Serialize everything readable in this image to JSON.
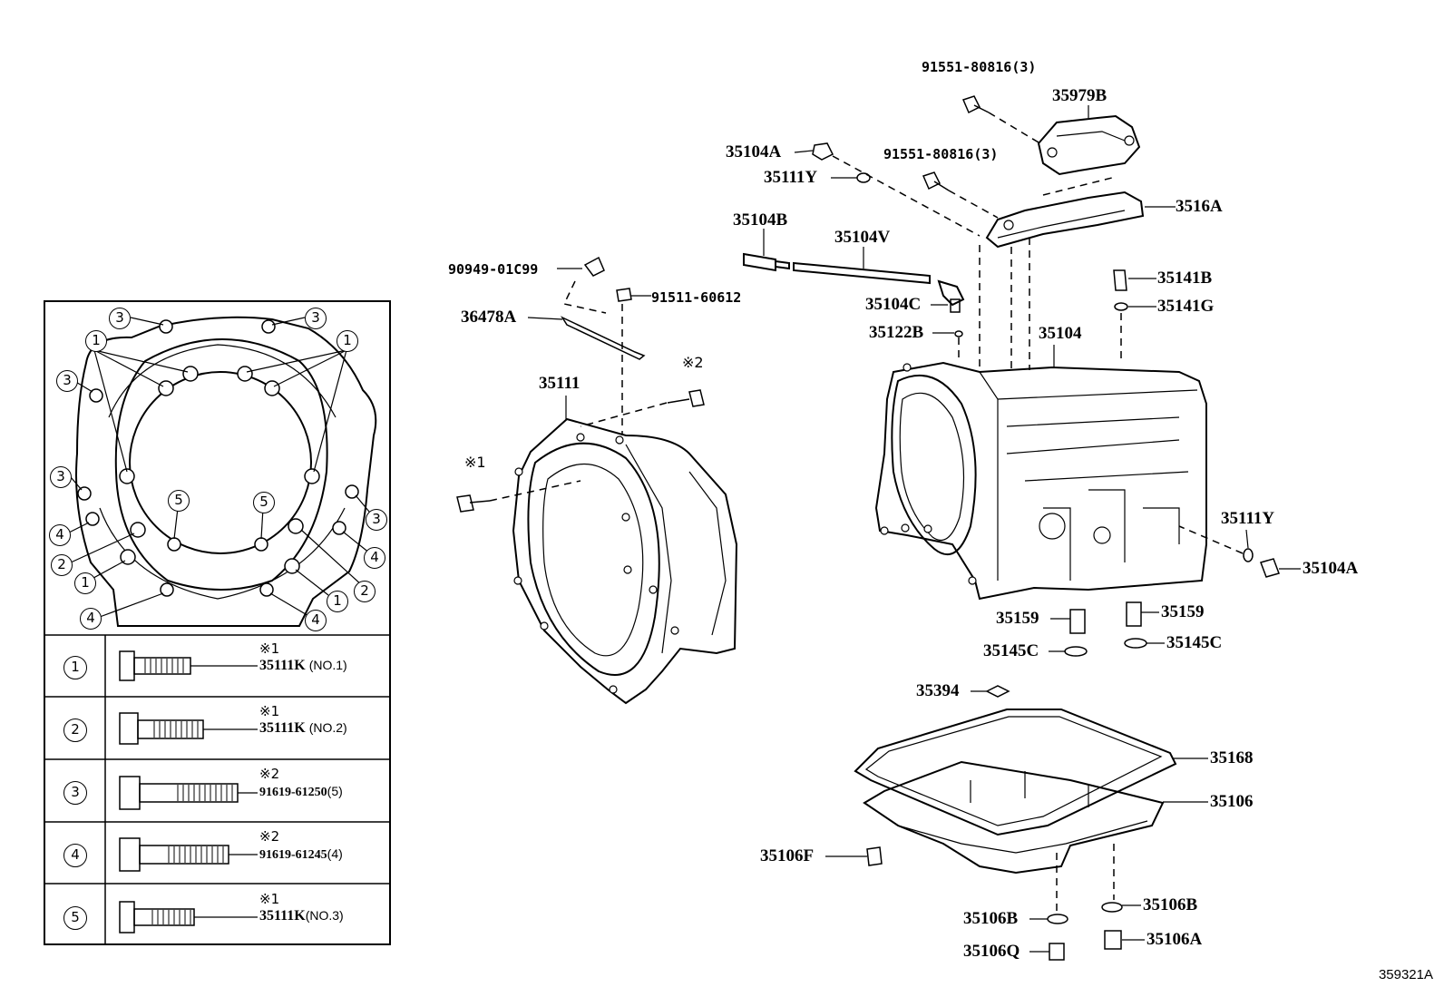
{
  "diagram_id": "359321A",
  "parts": {
    "p91551a": "91551-80816(3)",
    "p35979b": "35979B",
    "p35104a_top": "35104A",
    "p35111y_top": "35111Y",
    "p91551b": "91551-80816(3)",
    "p3516a": "3516A",
    "p35104b": "35104B",
    "p35104v": "35104V",
    "p90949": "90949-01C99",
    "p91511": "91511-60612",
    "p35141b": "35141B",
    "p36478a": "36478A",
    "p35104c": "35104C",
    "p35141g": "35141G",
    "p35122b": "35122B",
    "p35104": "35104",
    "p35111": "35111",
    "p35111y_side": "35111Y",
    "p35104a_side": "35104A",
    "p35159_l": "35159",
    "p35159_r": "35159",
    "p35145c_l": "35145C",
    "p35145c_r": "35145C",
    "p35394": "35394",
    "p35168": "35168",
    "p35106": "35106",
    "p35106f": "35106F",
    "p35106b_r": "35106B",
    "p35106b_l": "35106B",
    "p35106a": "35106A",
    "p35106q": "35106Q"
  },
  "marks": {
    "m2": "※2",
    "m1": "※1"
  },
  "flange_callouts": {
    "c1": "1",
    "c2": "2",
    "c3": "3",
    "c4": "4",
    "c5": "5"
  },
  "bolt_table": [
    {
      "num": "1",
      "mark": "※1",
      "part": "35111K",
      "suffix": "(NO.1)"
    },
    {
      "num": "2",
      "mark": "※1",
      "part": "35111K",
      "suffix": "(NO.2)"
    },
    {
      "num": "3",
      "mark": "※2",
      "part": "91619-61250",
      "suffix": "(5)"
    },
    {
      "num": "4",
      "mark": "※2",
      "part": "91619-61245",
      "suffix": "(4)"
    },
    {
      "num": "5",
      "mark": "※1",
      "part": "35111K",
      "suffix": "(NO.3)"
    }
  ]
}
